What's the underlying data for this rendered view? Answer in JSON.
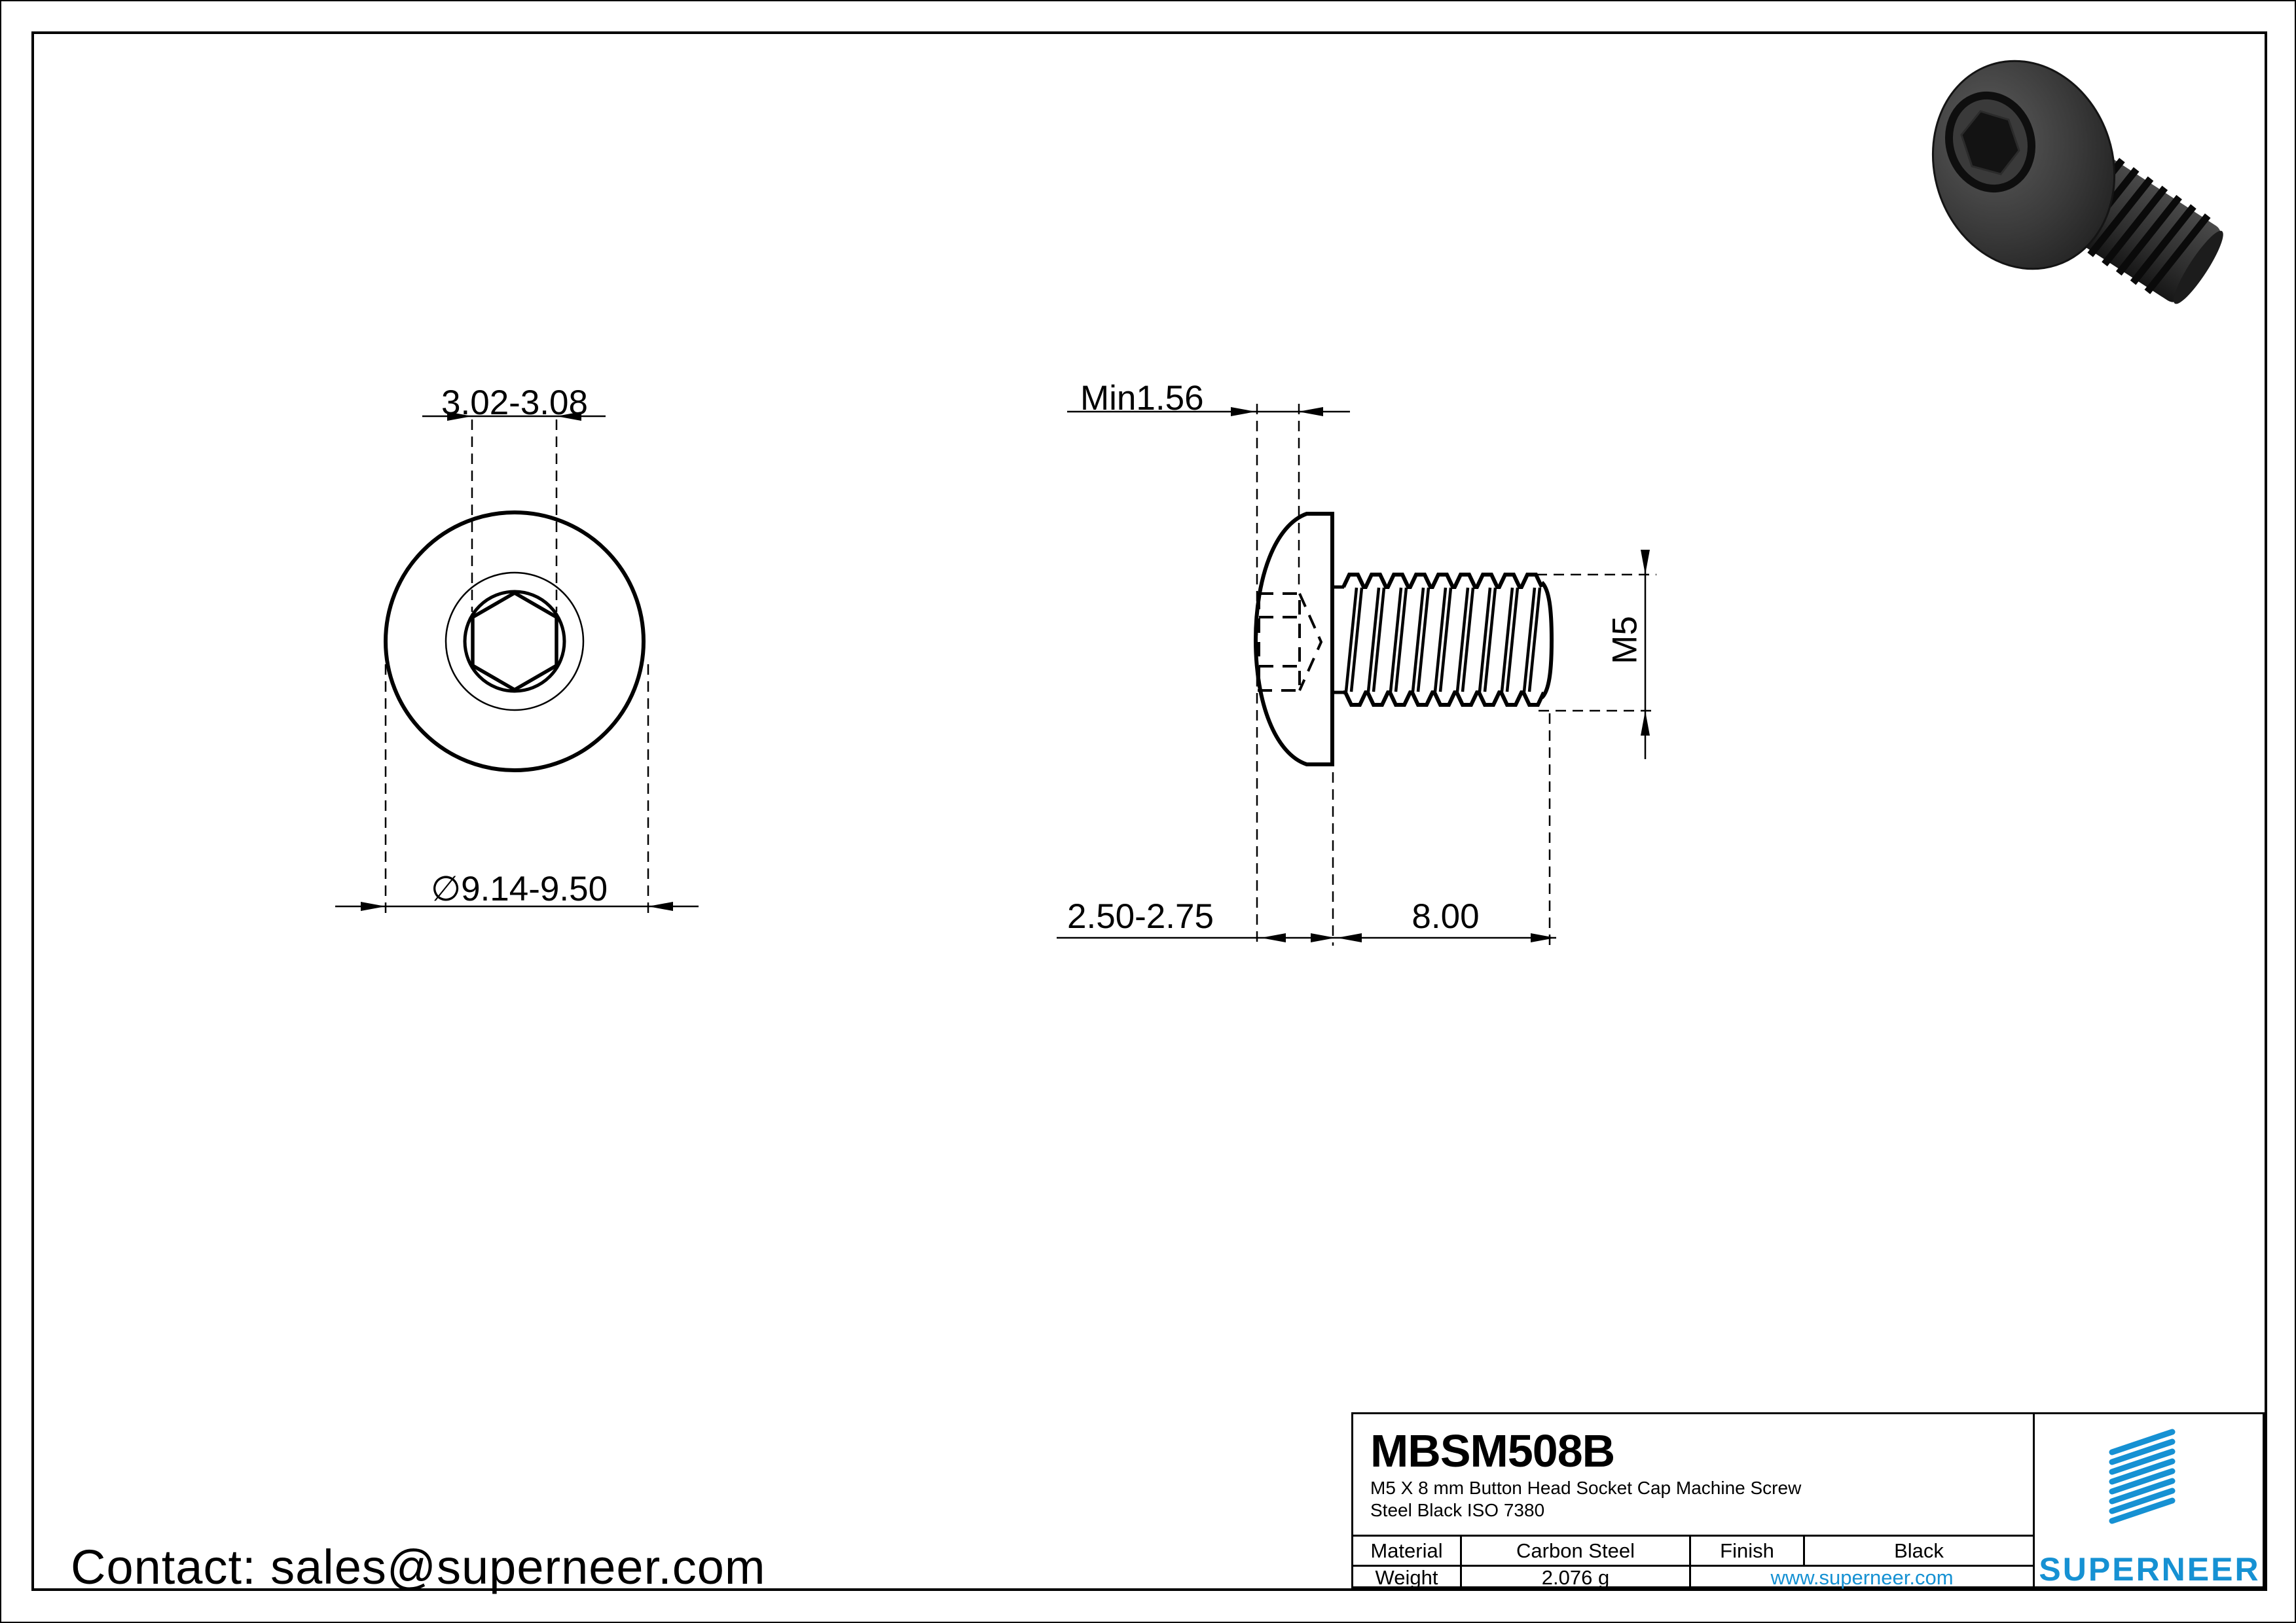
{
  "drawing": {
    "front_view": {
      "socket_width_dim": "3.02-3.08",
      "head_diameter_dim": "∅9.14-9.50"
    },
    "side_view": {
      "socket_depth_dim": "Min1.56",
      "head_height_dim": "2.50-2.75",
      "thread_length_dim": "8.00",
      "thread_size_dim": "M5"
    }
  },
  "contact": {
    "label": "Contact: sales@superneer.com"
  },
  "title_block": {
    "part_number": "MBSM508B",
    "description_line1": "M5 X 8 mm  Button Head Socket Cap Machine Screw",
    "description_line2": "Steel Black ISO 7380",
    "material_label": "Material",
    "material_value": "Carbon Steel",
    "finish_label": "Finish",
    "finish_value": "Black",
    "weight_label": "Weight",
    "weight_value": "2.076 g",
    "website": "www.superneer.com",
    "brand": "SUPERNEER"
  },
  "colors": {
    "accent_blue": "#1691d3",
    "line_black": "#000000"
  }
}
